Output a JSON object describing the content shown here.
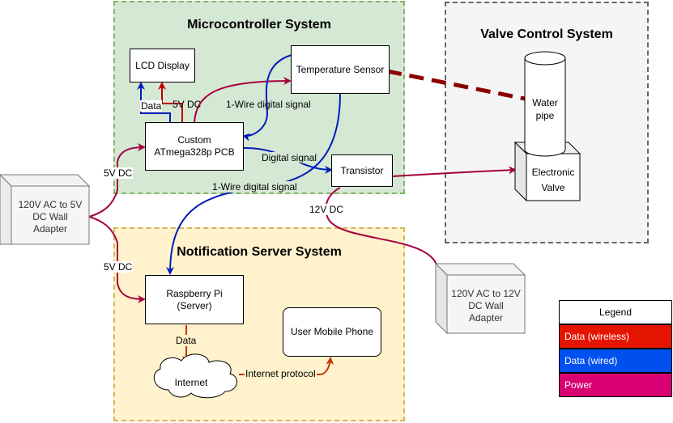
{
  "groups": {
    "microcontroller": "Microcontroller System",
    "valve": "Valve Control System",
    "notification": "Notification Server System"
  },
  "nodes": {
    "lcd": "LCD Display",
    "temp_sensor": "Temperature Sensor",
    "pcb_line1": "Custom",
    "pcb_line2": "ATmega328p PCB",
    "transistor": "Transistor",
    "adapter5_line1": "120V AC to 5V",
    "adapter5_line2": "DC Wall",
    "adapter5_line3": "Adapter",
    "adapter12_line1": "120V AC to 12V",
    "adapter12_line2": "DC Wall",
    "adapter12_line3": "Adapter",
    "pipe_line1": "Water",
    "pipe_line2": "pipe",
    "valve_line1": "Electronic",
    "valve_line2": "Valve",
    "pi_line1": "Raspberry Pi",
    "pi_line2": "(Server)",
    "phone": "User Mobile Phone",
    "internet": "Internet"
  },
  "edge_labels": {
    "lcd_data": "Data",
    "lcd_power": "5V DC",
    "onewire_top": "1-Wire digital signal",
    "digital_signal": "Digital signal",
    "onewire_bottom": "1-Wire digital signal",
    "twelve_v": "12V DC",
    "five_v_top": "5V DC",
    "five_v_bottom": "5V DC",
    "pi_data": "Data",
    "internet_protocol": "Internet protocol"
  },
  "legend": {
    "title": "Legend",
    "items": [
      {
        "label": "Data (wireless)",
        "color": "#e51400",
        "text_color": "#ffffff"
      },
      {
        "label": "Data (wired)",
        "color": "#0050ef",
        "text_color": "#ffffff"
      },
      {
        "label": "Power",
        "color": "#d80073",
        "text_color": "#ffffff"
      }
    ]
  },
  "colors": {
    "power": "#a50040",
    "wired": "#001dbc",
    "wireless": "#c73500",
    "pipe_link": "#8b0000"
  }
}
